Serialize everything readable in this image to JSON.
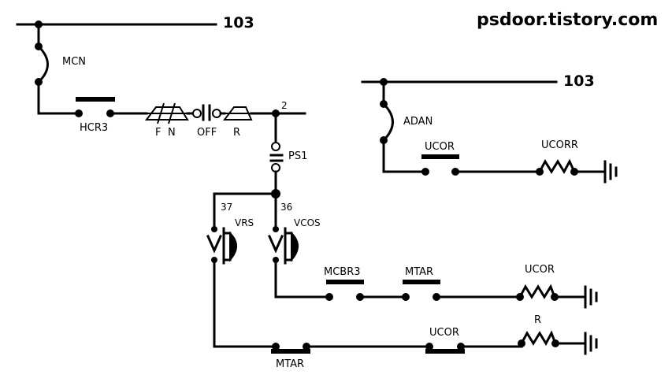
{
  "watermark": "psdoor.tistory.com",
  "wires": {
    "left_bus": "103",
    "right_bus": "103"
  },
  "nodes": {
    "node_2": "2",
    "node_37": "37",
    "node_36": "36"
  },
  "components": {
    "mcn": "MCN",
    "hcr3": "HCR3",
    "fn_f": "F",
    "fn_n": "N",
    "off": "OFF",
    "r_switch": "R",
    "ps1": "PS1",
    "vrs": "VRS",
    "vcos": "VCOS",
    "mcbr3": "MCBR3",
    "mtar_upper": "MTAR",
    "ucor_coil_upper": "UCOR",
    "mtar_lower": "MTAR",
    "ucor_contact_lower": "UCOR",
    "r_coil": "R",
    "adan": "ADAN",
    "ucor_contact_right": "UCOR",
    "ucorr_coil": "UCORR"
  }
}
